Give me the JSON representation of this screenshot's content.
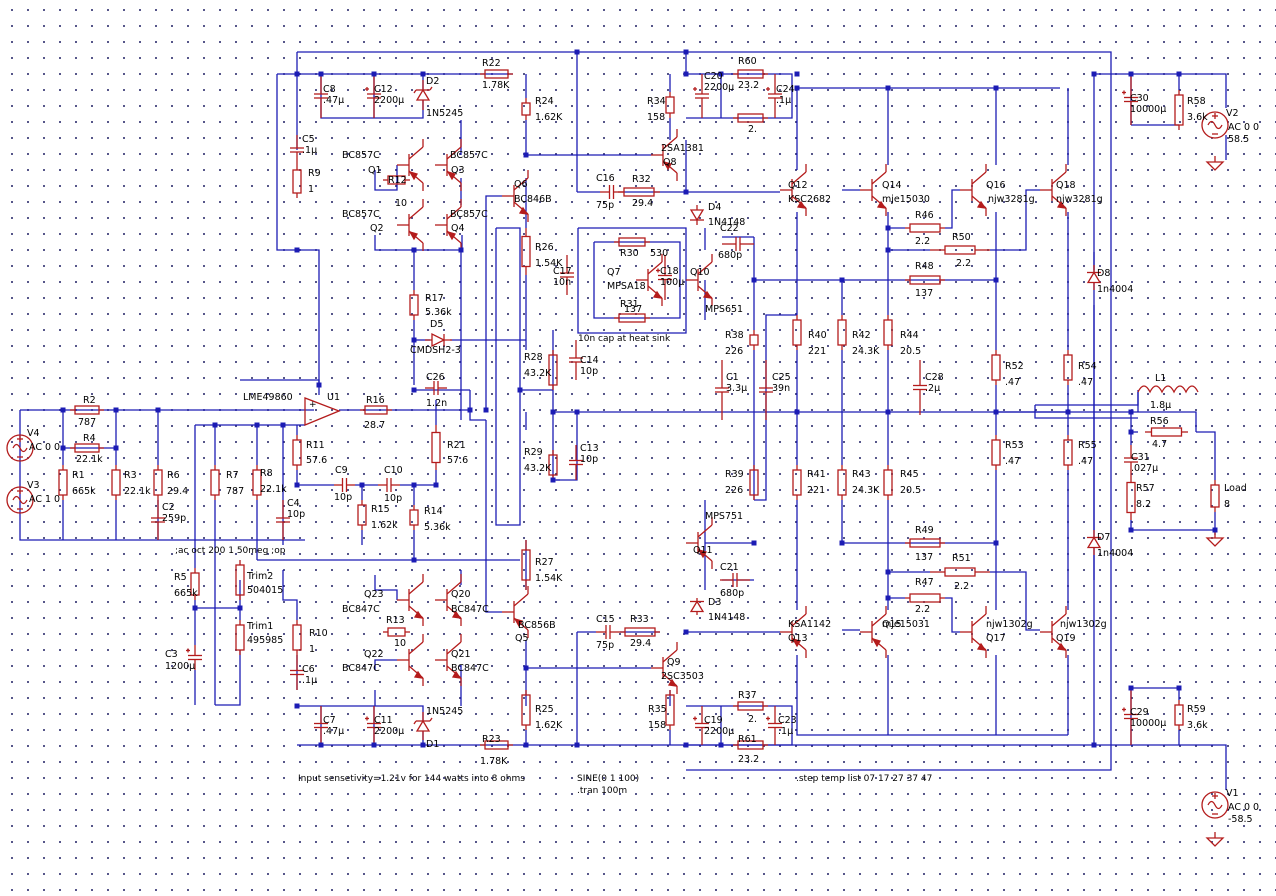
{
  "colors": {
    "wire": "#1c1cb4",
    "component": "#b41c1c",
    "text": "#000000",
    "junction": "#1c1cb4"
  },
  "components": {
    "R22": {
      "ref": "R22",
      "value": "1.78K"
    },
    "R24": {
      "ref": "R24",
      "value": "1.62K"
    },
    "R34": {
      "ref": "R34",
      "value": "158"
    },
    "R60": {
      "ref": "R60",
      "value": "23.2"
    },
    "R_2": {
      "ref": "",
      "value": "2."
    },
    "R9": {
      "ref": "R9",
      "value": "1"
    },
    "R12": {
      "ref": "R12",
      "value": "10"
    },
    "R26": {
      "ref": "R26",
      "value": "1.54K"
    },
    "R30": {
      "ref": "R30",
      "value": "530"
    },
    "R31": {
      "ref": "R31",
      "value": "137"
    },
    "R32": {
      "ref": "R32",
      "value": "29.4"
    },
    "R46": {
      "ref": "R46",
      "value": "2.2"
    },
    "R50": {
      "ref": "R50",
      "value": "2.2"
    },
    "R48": {
      "ref": "R48",
      "value": "137"
    },
    "R17": {
      "ref": "R17",
      "value": "5.36k"
    },
    "R28": {
      "ref": "R28",
      "value": "43.2K"
    },
    "R38": {
      "ref": "R38",
      "value": "226"
    },
    "R40": {
      "ref": "R40",
      "value": "221"
    },
    "R42": {
      "ref": "R42",
      "value": "24.3K"
    },
    "R44": {
      "ref": "R44",
      "value": "20.5"
    },
    "R52": {
      "ref": "R52",
      "value": ".47"
    },
    "R54": {
      "ref": "R54",
      "value": ".47"
    },
    "R58": {
      "ref": "R58",
      "value": "3.6k"
    },
    "R2": {
      "ref": "R2",
      "value": "787"
    },
    "R4": {
      "ref": "R4",
      "value": "22.1k"
    },
    "R1": {
      "ref": "R1",
      "value": "665k"
    },
    "R3": {
      "ref": "R3",
      "value": "22.1k"
    },
    "R6": {
      "ref": "R6",
      "value": "29.4"
    },
    "R7": {
      "ref": "R7",
      "value": "787"
    },
    "R8": {
      "ref": "R8",
      "value": "22.1k"
    },
    "R16": {
      "ref": "R16",
      "value": "28.7"
    },
    "R11": {
      "ref": "R11",
      "value": "57.6"
    },
    "R21": {
      "ref": "R21",
      "value": "57.6"
    },
    "R15": {
      "ref": "R15",
      "value": "1.62k"
    },
    "R14": {
      "ref": "R14",
      "value": "5.36k"
    },
    "R29": {
      "ref": "R29",
      "value": "43.2K"
    },
    "R39": {
      "ref": "R39",
      "value": "226"
    },
    "R41": {
      "ref": "R41",
      "value": "221"
    },
    "R43": {
      "ref": "R43",
      "value": "24.3K"
    },
    "R45": {
      "ref": "R45",
      "value": "20.5"
    },
    "R53": {
      "ref": "R53",
      "value": ".47"
    },
    "R55": {
      "ref": "R55",
      "value": ".47"
    },
    "R56": {
      "ref": "R56",
      "value": "4.7"
    },
    "R57": {
      "ref": "R57",
      "value": "8.2"
    },
    "Load": {
      "ref": "Load",
      "value": "8"
    },
    "R49": {
      "ref": "R49",
      "value": "137"
    },
    "R51": {
      "ref": "R51",
      "value": "2.2"
    },
    "R47": {
      "ref": "R47",
      "value": "2.2"
    },
    "R5": {
      "ref": "R5",
      "value": "665k"
    },
    "Trim2": {
      "ref": "Trim2",
      "value": "504015"
    },
    "Trim1": {
      "ref": "Trim1",
      "value": "495985"
    },
    "R10": {
      "ref": "R10",
      "value": "1"
    },
    "R13": {
      "ref": "R13",
      "value": "10"
    },
    "R27": {
      "ref": "R27",
      "value": "1.54K"
    },
    "R33": {
      "ref": "R33",
      "value": "29.4"
    },
    "R25": {
      "ref": "R25",
      "value": "1.62K"
    },
    "R35": {
      "ref": "R35",
      "value": "158"
    },
    "R37": {
      "ref": "R37",
      "value": "2."
    },
    "R61": {
      "ref": "R61",
      "value": "23.2"
    },
    "R23": {
      "ref": "R23",
      "value": "1.78K"
    },
    "R59": {
      "ref": "R59",
      "value": "3.6k"
    },
    "C8": {
      "ref": "C8",
      "value": ".47µ"
    },
    "C12": {
      "ref": "C12",
      "value": "2200µ"
    },
    "C5": {
      "ref": "C5",
      "value": ".1µ"
    },
    "C20": {
      "ref": "C20",
      "value": "2200µ"
    },
    "C24": {
      "ref": "C24",
      "value": ".1µ"
    },
    "C16": {
      "ref": "C16",
      "value": "75p"
    },
    "C22": {
      "ref": "C22",
      "value": "680p"
    },
    "C17": {
      "ref": "C17",
      "value": "10n"
    },
    "C18": {
      "ref": "C18",
      "value": "100µ"
    },
    "C14": {
      "ref": "C14",
      "value": "10p"
    },
    "C26": {
      "ref": "C26",
      "value": "1.2n"
    },
    "C1": {
      "ref": "C1",
      "value": "3.3µ"
    },
    "C25": {
      "ref": "C25",
      "value": "39n"
    },
    "C28": {
      "ref": "C28",
      "value": ".2µ"
    },
    "C30": {
      "ref": "C30",
      "value": "10000µ"
    },
    "C2": {
      "ref": "C2",
      "value": "259p"
    },
    "C9": {
      "ref": "C9",
      "value": "10p"
    },
    "C10": {
      "ref": "C10",
      "value": "10p"
    },
    "C4": {
      "ref": "C4",
      "value": "10p"
    },
    "C13": {
      "ref": "C13",
      "value": "10p"
    },
    "C31": {
      "ref": "C31",
      "value": ".027µ"
    },
    "C21": {
      "ref": "C21",
      "value": "680p"
    },
    "C15": {
      "ref": "C15",
      "value": "75p"
    },
    "C3": {
      "ref": "C3",
      "value": "1200µ"
    },
    "C6": {
      "ref": "C6",
      "value": ".1µ"
    },
    "C7": {
      "ref": "C7",
      "value": ".47µ"
    },
    "C11": {
      "ref": "C11",
      "value": "2200µ"
    },
    "C19": {
      "ref": "C19",
      "value": "2200µ"
    },
    "C23": {
      "ref": "C23",
      "value": ".1µ"
    },
    "C29": {
      "ref": "C29",
      "value": "10000µ"
    },
    "L1": {
      "ref": "L1",
      "value": "1.8µ"
    },
    "Q1": {
      "ref": "Q1",
      "part": "BC857C"
    },
    "Q3": {
      "ref": "Q3",
      "part": "BC857C"
    },
    "Q2": {
      "ref": "Q2",
      "part": "BC857C"
    },
    "Q4": {
      "ref": "Q4",
      "part": "BC857C"
    },
    "Q6": {
      "ref": "Q6",
      "part": "BC846B"
    },
    "Q8": {
      "ref": "Q8",
      "part": "2SA1381"
    },
    "Q7": {
      "ref": "Q7",
      "part": "MPSA18"
    },
    "Q10": {
      "ref": "Q10",
      "part": "MPS651"
    },
    "Q12": {
      "ref": "Q12",
      "part": "KSC2682"
    },
    "Q14": {
      "ref": "Q14",
      "part": "mje15030"
    },
    "Q16": {
      "ref": "Q16",
      "part": "njw3281g"
    },
    "Q18": {
      "ref": "Q18",
      "part": "njw3281g"
    },
    "Q11": {
      "ref": "Q11",
      "part": "MPS751"
    },
    "Q23": {
      "ref": "Q23",
      "part": "BC847C"
    },
    "Q20": {
      "ref": "Q20",
      "part": "BC847C"
    },
    "Q22": {
      "ref": "Q22",
      "part": "BC847C"
    },
    "Q21": {
      "ref": "Q21",
      "part": "BC847C"
    },
    "Q5": {
      "ref": "Q5",
      "part": "BC856B"
    },
    "Q9": {
      "ref": "Q9",
      "part": "2SC3503"
    },
    "Q13": {
      "ref": "Q13",
      "part": "KSA1142"
    },
    "Q15": {
      "ref": "Q15",
      "part": "mje15031"
    },
    "Q17": {
      "ref": "Q17",
      "part": "njw1302g"
    },
    "Q19": {
      "ref": "Q19",
      "part": "njw1302g"
    },
    "D2": {
      "ref": "D2",
      "part": "1N5245"
    },
    "D1": {
      "ref": "D1",
      "part": "1N5245"
    },
    "D4": {
      "ref": "D4",
      "part": "1N4148"
    },
    "D3": {
      "ref": "D3",
      "part": "1N4148"
    },
    "D5": {
      "ref": "D5",
      "part": "CMDSH2-3"
    },
    "D8": {
      "ref": "D8",
      "part": "1n4004"
    },
    "D7": {
      "ref": "D7",
      "part": "1n4004"
    },
    "U1": {
      "ref": "U1",
      "part": "LME49860"
    },
    "V4": {
      "ref": "V4",
      "value": "AC 0 0"
    },
    "V3": {
      "ref": "V3",
      "value": "AC 1 0"
    },
    "V2": {
      "ref": "V2",
      "value": "AC 0 0",
      "value2": "58.5"
    },
    "V1": {
      "ref": "V1",
      "value": "AC 0 0",
      "value2": "-58.5"
    }
  },
  "notes": {
    "cap_heatsink": "10n cap at heat sink",
    "ac_directive": ";ac oct 200 1 50meg  ;op",
    "input_note": "Input sensetivity=1.21v for 144 watts into 8 ohms",
    "sine": "SINE(0 1 100)",
    "tran": ".tran 100m",
    "step": ".step temp list 07 17 27 37 47"
  }
}
